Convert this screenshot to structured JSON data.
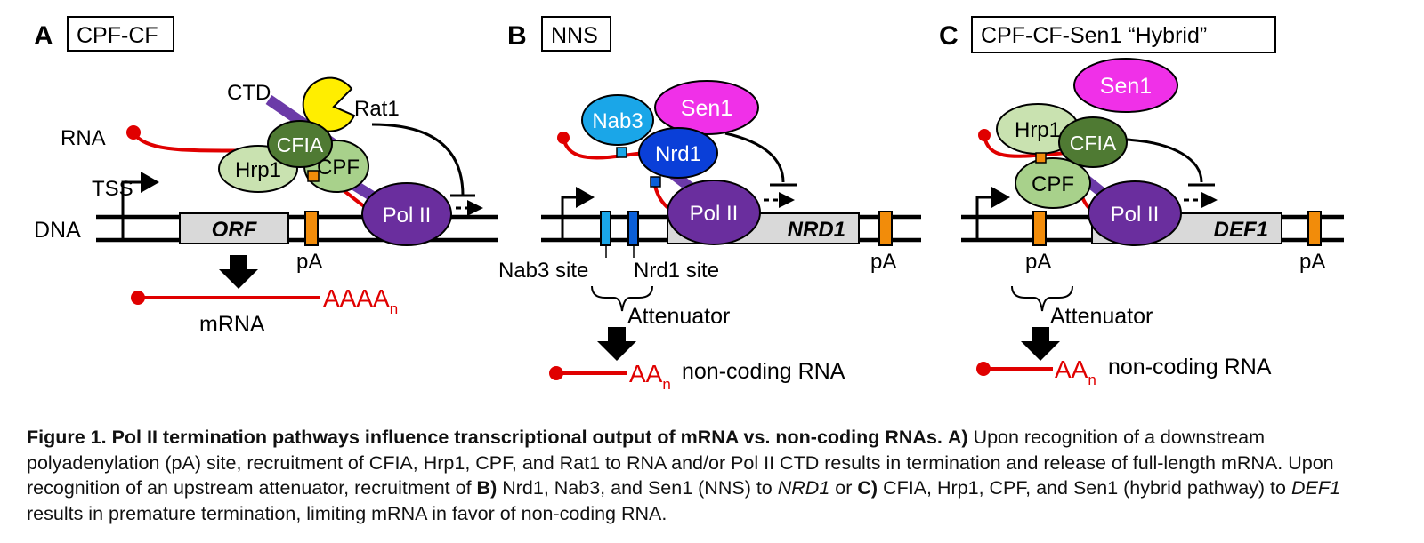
{
  "colors": {
    "rna": "#e00000",
    "pol2": "#6a2e9e",
    "cfia": "#4f7a33",
    "hrp1": "#c9e2b0",
    "cpf": "#a8d18b",
    "rat1": "#ffee00",
    "sen1": "#f030e8",
    "nab3": "#1aa6e8",
    "nrd1": "#0a3fd8",
    "pa_site": "#f28c0a",
    "gene_box": "#d9d9d9",
    "ctd": "#6b3aa8"
  },
  "panel_a": {
    "letter": "A",
    "title": "CPF-CF",
    "ctd": "CTD",
    "rat1": "Rat1",
    "rna": "RNA",
    "cfia": "CFIA",
    "hrp1": "Hrp1",
    "cpf": "CPF",
    "tss": "TSS",
    "pol2": "Pol II",
    "dna": "DNA",
    "orf": "ORF",
    "pa": "pA",
    "polya": "AAAA",
    "polya_sub": "n",
    "mrna": "mRNA"
  },
  "panel_b": {
    "letter": "B",
    "title": "NNS",
    "nab3": "Nab3",
    "sen1": "Sen1",
    "nrd1": "Nrd1",
    "pol2": "Pol II",
    "gene": "NRD1",
    "nab3_site": "Nab3 site",
    "nrd1_site": "Nrd1 site",
    "pa": "pA",
    "attenuator": "Attenuator",
    "polya": "AA",
    "polya_sub": "n",
    "product": "non-coding RNA"
  },
  "panel_c": {
    "letter": "C",
    "title": "CPF-CF-Sen1 “Hybrid”",
    "sen1": "Sen1",
    "hrp1": "Hrp1",
    "cfia": "CFIA",
    "cpf": "CPF",
    "pol2": "Pol II",
    "gene": "DEF1",
    "pa_left": "pA",
    "pa_right": "pA",
    "attenuator": "Attenuator",
    "polya": "AA",
    "polya_sub": "n",
    "product": "non-coding RNA"
  },
  "caption": {
    "bold_title": "Figure 1. Pol II termination pathways influence transcriptional output of mRNA vs. non-coding RNAs.",
    "a_label": "A)",
    "a_text": "Upon recognition of a downstream polyadenylation (pA) site, recruitment of CFIA, Hrp1, CPF, and Rat1 to RNA and/or Pol II CTD results in termination and release of full-length mRNA. Upon recognition of an upstream attenuator, recruitment of",
    "b_label": "B)",
    "b_text": "Nrd1, Nab3, and Sen1 (NNS) to",
    "b_gene": "NRD1",
    "or_text": "or",
    "c_label": "C)",
    "c_text": "CFIA, Hrp1, CPF, and Sen1 (hybrid pathway) to",
    "c_gene": "DEF1",
    "c_end": "results in premature termination, limiting mRNA in favor of non-coding RNA."
  }
}
